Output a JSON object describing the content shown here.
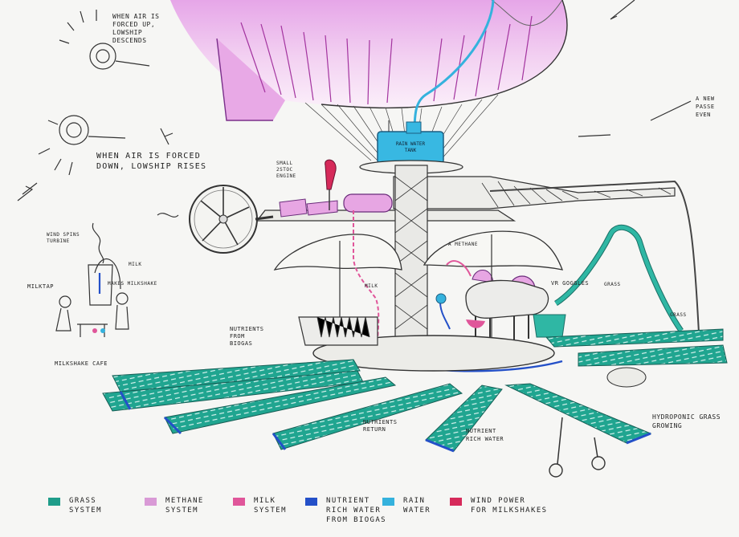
{
  "labels": {
    "air_up": "When air is\nforced up,\nlowship\ndescends",
    "air_down": "When air is forced\ndown, lowship rises",
    "small_engine": "Small\n2stoc\nengine",
    "methane_right": "A methane",
    "rain_tank": "Rain water\ntank",
    "wind_turbine": "Wind spins\nturbine",
    "milk_right": "Milk",
    "makes_milkshake": "Makes milkshake",
    "milktap": "Milktap",
    "milkshake_cafe": "Milkshake cafe",
    "milk_center": "Milk",
    "vr_goggles": "VR goggles",
    "grass1": "Grass",
    "grass2": "Grass",
    "nutrients_biogas": "Nutrients\nfrom\nbiogas",
    "nutrients_return": "Nutrients\nreturn",
    "nutrient_rich_water": "Nutrient\nrich water",
    "hydroponic": "Hydroponic grass\ngrowing",
    "passenger_note": "A new\npasse\neven"
  },
  "legend": [
    {
      "label": "Grass\nsystem",
      "color": "#1f9d8a"
    },
    {
      "label": "Methane\nsystem",
      "color": "#d99ad6"
    },
    {
      "label": "Milk\nsystem",
      "color": "#e0569a"
    },
    {
      "label": "Nutrient\nrich water\nfrom biogas",
      "color": "#2450c8"
    },
    {
      "label": "Rain\nwater",
      "color": "#35b2dd"
    },
    {
      "label": "Wind power\nfor milkshakes",
      "color": "#d62a5a"
    }
  ]
}
